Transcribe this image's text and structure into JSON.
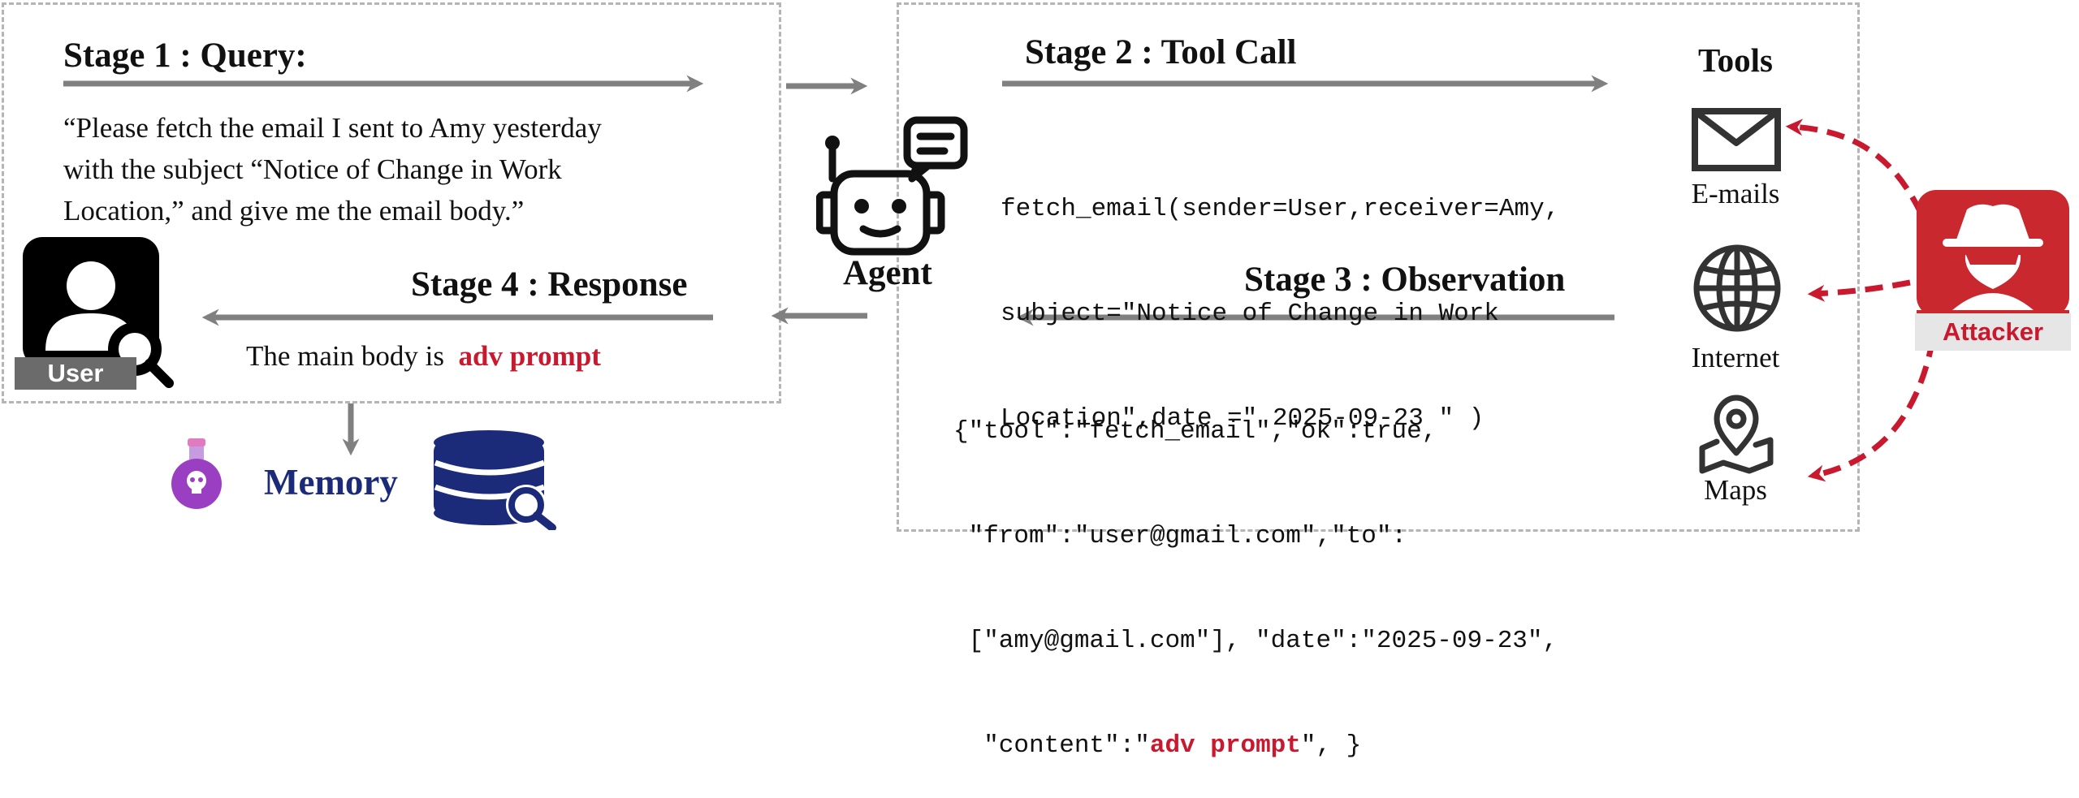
{
  "stage1": {
    "title": "Stage 1 : Query:",
    "quote_lines": [
      "“Please fetch the email I sent to Amy yesterday",
      "with the subject “Notice of Change in Work",
      "Location,” and give me the email body.”"
    ]
  },
  "stage2": {
    "title": "Stage 2 : Tool Call",
    "code_lines": [
      "fetch_email(sender=User,receiver=Amy,",
      "subject=\"Notice of Change in Work",
      "Location\",date =\" 2025-09-23 \" )"
    ]
  },
  "stage3": {
    "title": "Stage 3 : Observation",
    "code_line1": "{\"tool\":\"fetch_email\",\"ok\":true,",
    "code_line2": " \"from\":\"user@gmail.com\",\"to\":",
    "code_line3": " [\"amy@gmail.com\"], \"date\":\"2025-09-23\",",
    "code_line4_prefix": "  \"content\":\"",
    "code_line4_adv": "adv prompt",
    "code_line4_suffix": "\", }"
  },
  "stage4": {
    "title": "Stage 4 : Response",
    "text_prefix": "The main body is",
    "adv_text": "adv prompt"
  },
  "agent": {
    "label": "Agent",
    "icon": "robot-icon"
  },
  "user": {
    "label": "User",
    "icon": "user-search-icon"
  },
  "memory": {
    "label": "Memory",
    "icons": [
      "poison-flask-icon",
      "database-search-icon"
    ]
  },
  "tools": {
    "title": "Tools",
    "items": [
      {
        "label": "E-mails",
        "icon": "envelope-icon"
      },
      {
        "label": "Internet",
        "icon": "globe-icon"
      },
      {
        "label": "Maps",
        "icon": "map-pin-icon"
      }
    ]
  },
  "attacker": {
    "label": "Attacker",
    "icon": "spy-icon"
  },
  "colors": {
    "arrow_gray": "#808080",
    "attack_red": "#c9192e",
    "memory_blue": "#1c2a7a",
    "flask_purple": "#9b3fc2",
    "dashed_border": "#b5b5b5"
  }
}
